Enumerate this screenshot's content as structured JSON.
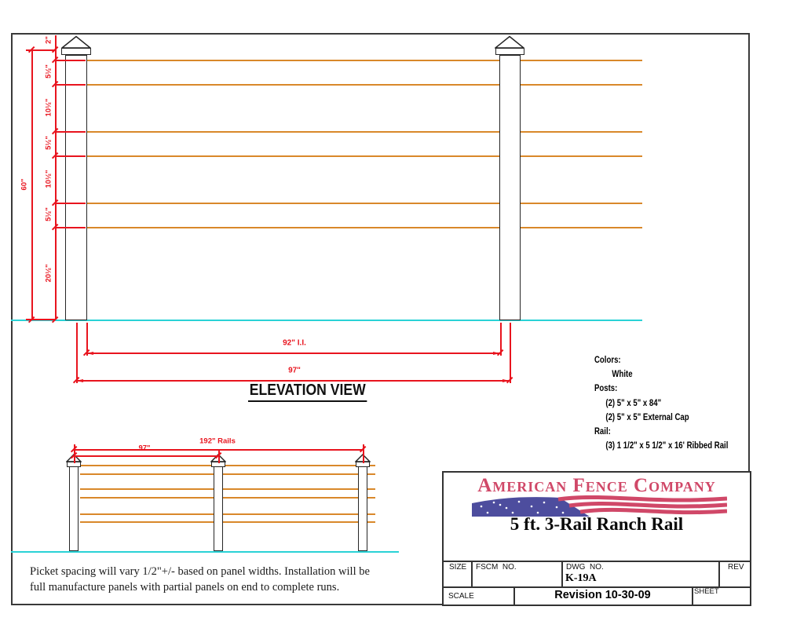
{
  "elevation": {
    "title": "ELEVATION VIEW",
    "height_total": "60\"",
    "height_segments": [
      "2\"",
      "5½\"",
      "10½\"",
      "5½\"",
      "10½\"",
      "5½\"",
      "20½\""
    ],
    "width_inside": "92\" I.I.",
    "width_posts": "97\""
  },
  "panel": {
    "span_label": "97\"",
    "rails_label": "192\" Rails"
  },
  "note": {
    "line1": "Picket spacing will vary 1/2\"+/- based on panel widths. Installation will be",
    "line2": "full manufacture panels with partial panels on end to complete runs."
  },
  "specs": {
    "colors_label": "Colors:",
    "colors_value": "White",
    "posts_label": "Posts:",
    "posts_items": [
      "(2) 5\" x 5\" x 84\"",
      "(2) 5\" x 5\" External Cap"
    ],
    "rail_label": "Rail:",
    "rail_items": [
      "(3) 1 1/2\" x 5 1/2\" x 16' Ribbed Rail"
    ]
  },
  "title_block": {
    "company": "American Fence Company",
    "product": "5 ft. 3-Rail Ranch Rail",
    "size_label": "SIZE",
    "fscm_label": "FSCM  NO.",
    "dwg_label": "DWG  NO.",
    "dwg_no": "K-19A",
    "rev_label": "REV",
    "scale_label": "SCALE",
    "revision": "Revision 10-30-09",
    "sheet_label": "SHEET"
  },
  "colors": {
    "dimension_red": "#e8141e",
    "rail_orange": "#d9882a",
    "ground_cyan": "#2ad2d6",
    "logo_red": "#d04868",
    "flag_blue": "#4d4d9e",
    "line_black": "#333333"
  }
}
